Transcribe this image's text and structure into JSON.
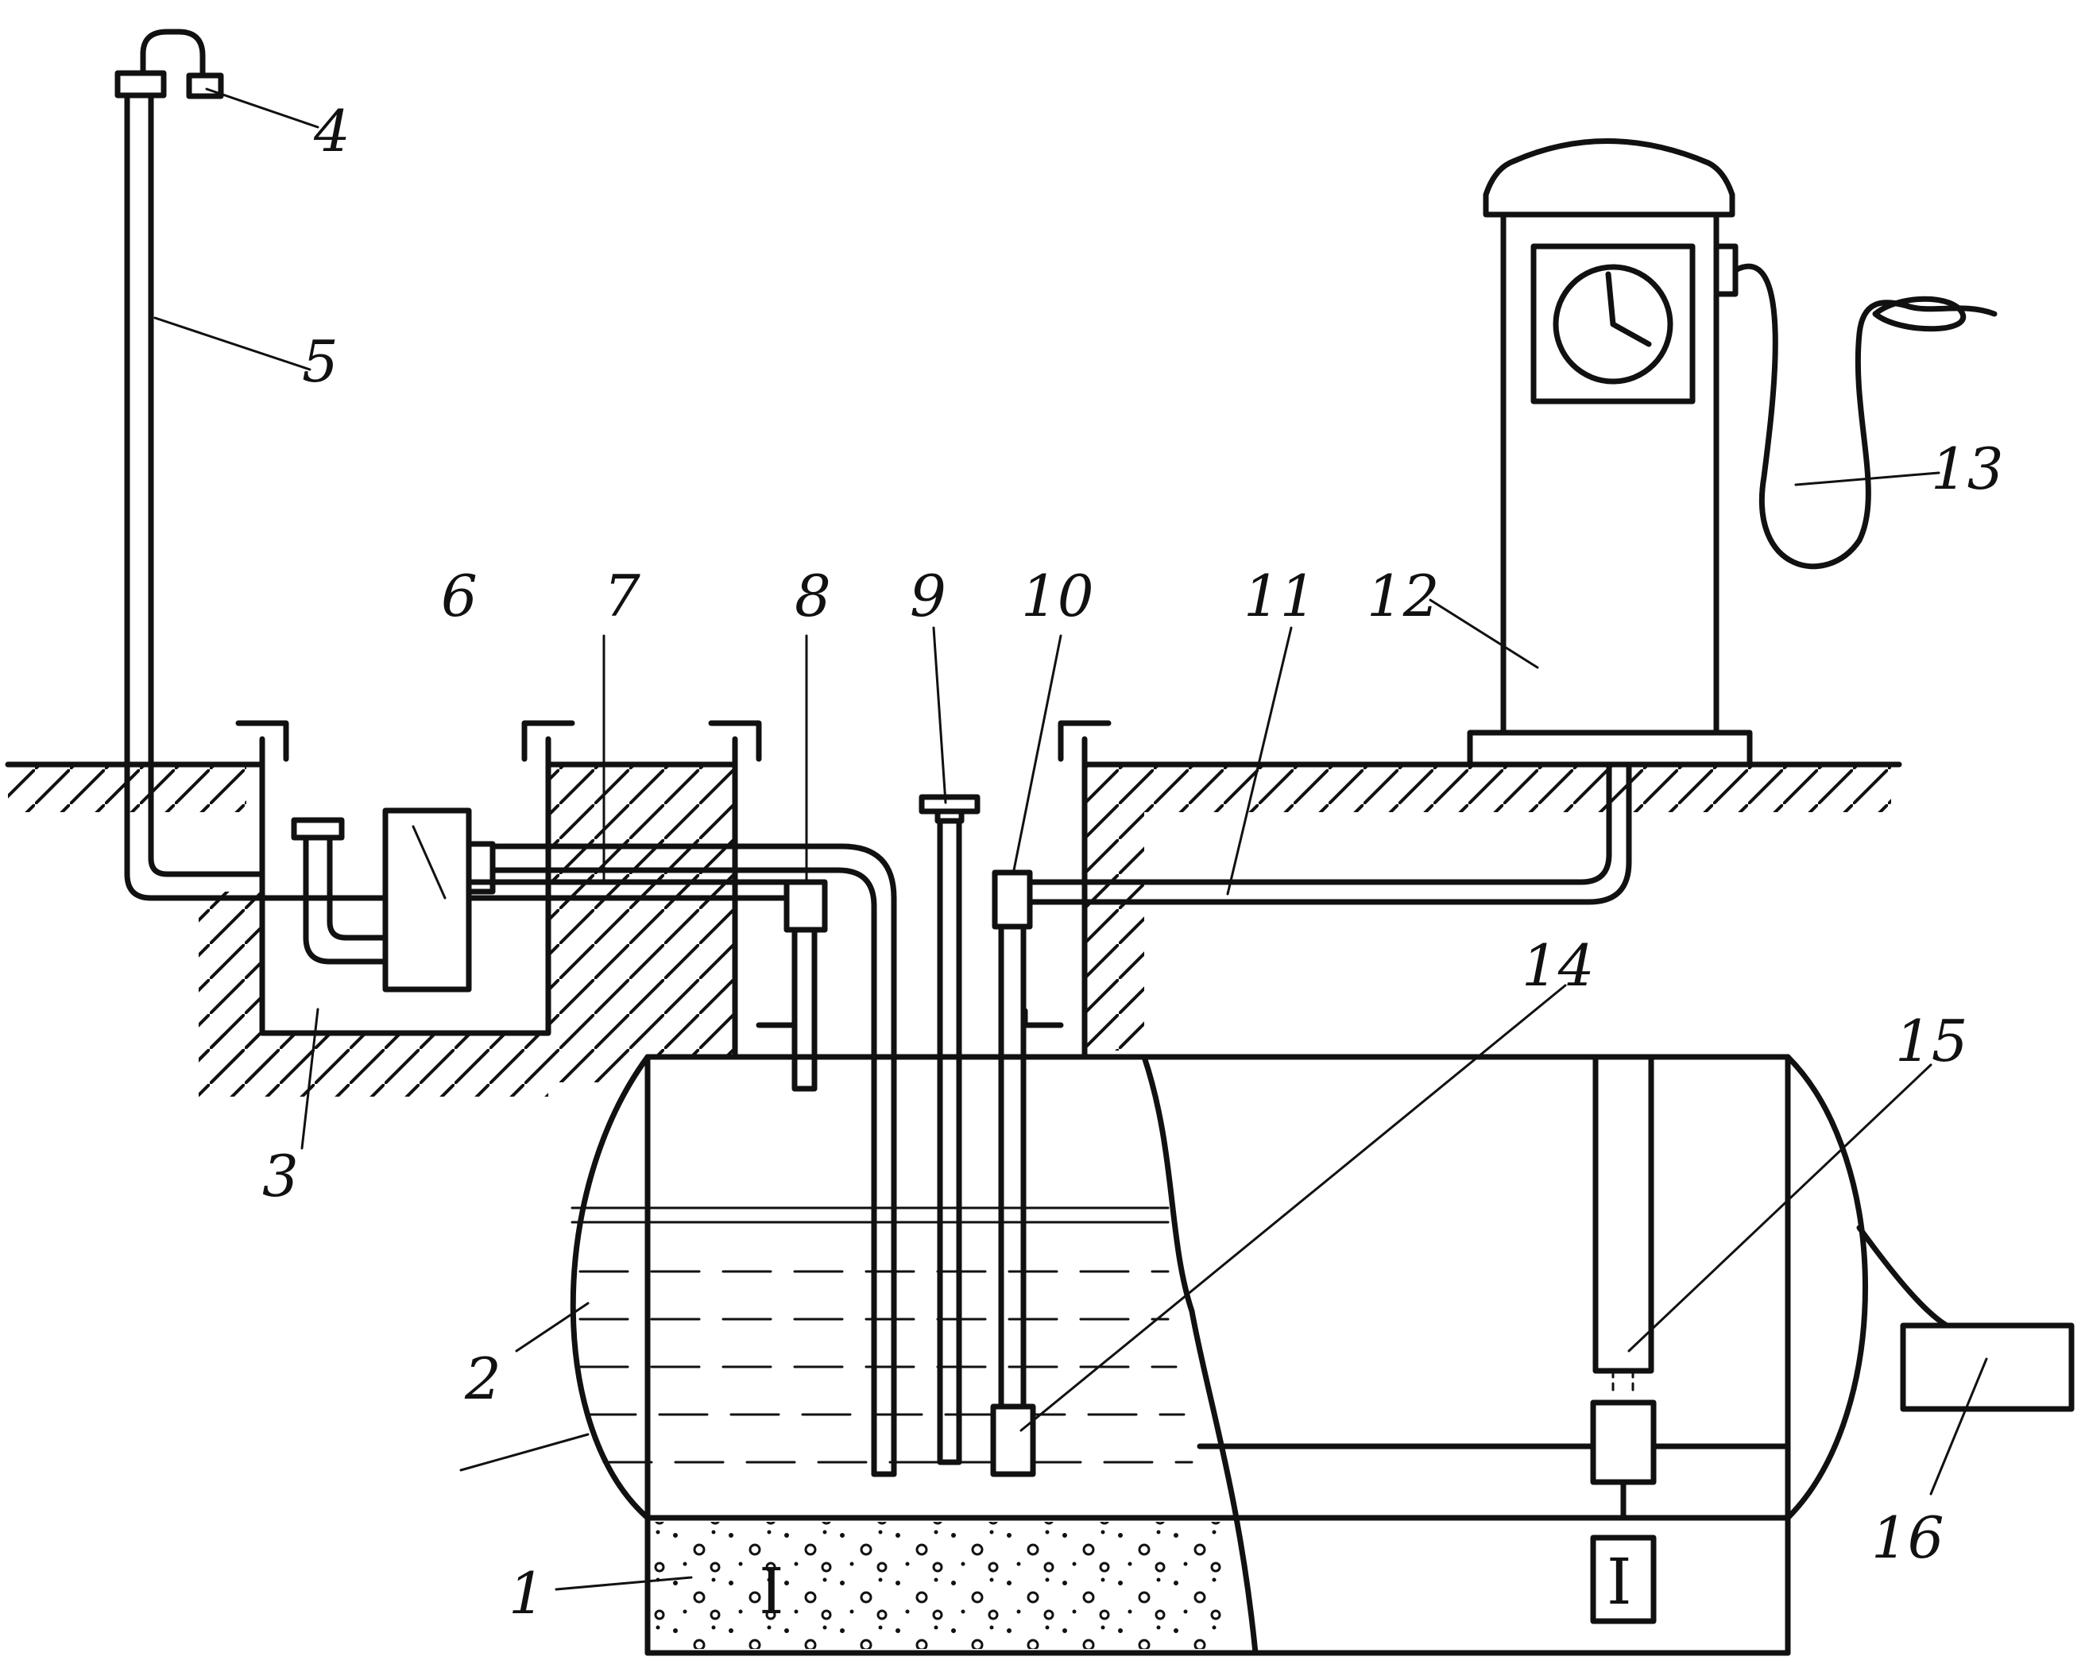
{
  "labels": {
    "l1": "1",
    "l2": "2",
    "l3": "3",
    "l4": "4",
    "l5": "5",
    "l6": "6",
    "l7": "7",
    "l8": "8",
    "l9": "9",
    "l10": "10",
    "l11": "11",
    "l12": "12",
    "l13": "13",
    "l14": "14",
    "l15": "15",
    "l16": "16"
  },
  "marks": {
    "sediment_zone": "I",
    "boxed_zone": "I"
  },
  "colors": {
    "ink": "#111111",
    "paper": "#ffffff"
  },
  "icons": {
    "dial": "clock-dial-icon"
  }
}
